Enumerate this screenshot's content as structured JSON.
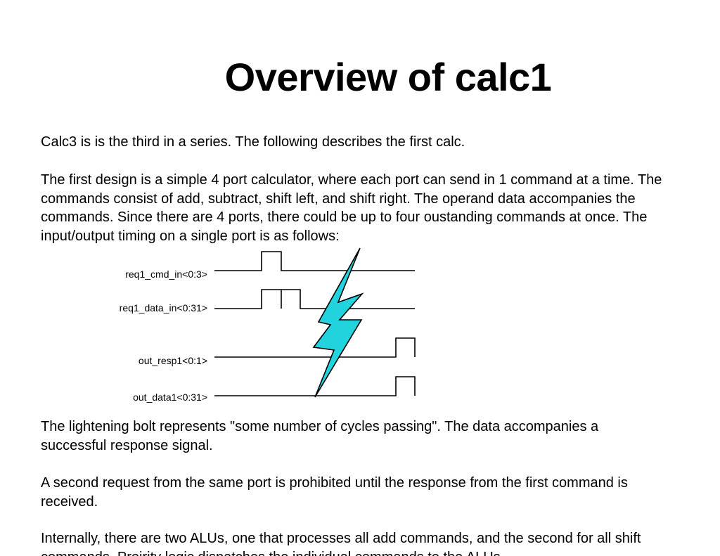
{
  "title": "Overview of calc1",
  "paragraphs": {
    "intro": [
      "Calc3 is is the third in a series.  The following describes the first calc."
    ],
    "design": [
      "The first design is a simple 4 port calculator, where each port can send in 1 command at a time.  The",
      "commands consist of add, subtract, shift left, and shift right.  The operand data accompanies the",
      "commands.  Since there are 4 ports, there could be up to four oustanding commands at once.  The",
      "input/output timing on a single port is as follows:"
    ],
    "bolt_note": [
      "The lightening bolt represents \"some number of cycles passing\".  The data accompanies a",
      "successful response signal."
    ],
    "second_request": [
      "A second request from the same port is prohibited until the response from the first command is",
      "received."
    ],
    "internal": [
      "Internally, there are two ALUs, one that processes all add commands, and the second for all shift",
      "commands.  Proirity logic dispatches the individual commands to the ALUs."
    ]
  },
  "timing_diagram": {
    "signals": [
      {
        "label": "req1_cmd_in<0:3>"
      },
      {
        "label": "req1_data_in<0:31>"
      },
      {
        "label": "out_resp1<0:1>"
      },
      {
        "label": "out_data1<0:31>"
      }
    ],
    "bolt_color": "#22d3de"
  }
}
